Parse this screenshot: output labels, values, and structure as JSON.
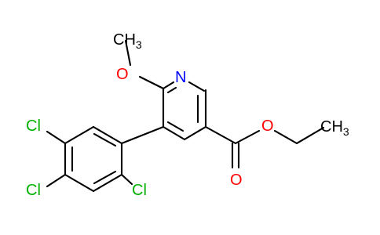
{
  "molecule": {
    "atoms": {
      "methoxy_ch3": "CH3",
      "methoxy_o": "O",
      "ring_n": "N",
      "carbonyl_o": "O",
      "ester_o": "O",
      "ethyl_ch3": "CH3",
      "cl_top": "Cl",
      "cl_left": "Cl",
      "cl_ortho": "Cl"
    },
    "colors": {
      "bond": "#000000",
      "carbon_label": "#000000",
      "oxygen": "#ff0000",
      "nitrogen": "#0000ff",
      "chlorine": "#00b000"
    }
  }
}
